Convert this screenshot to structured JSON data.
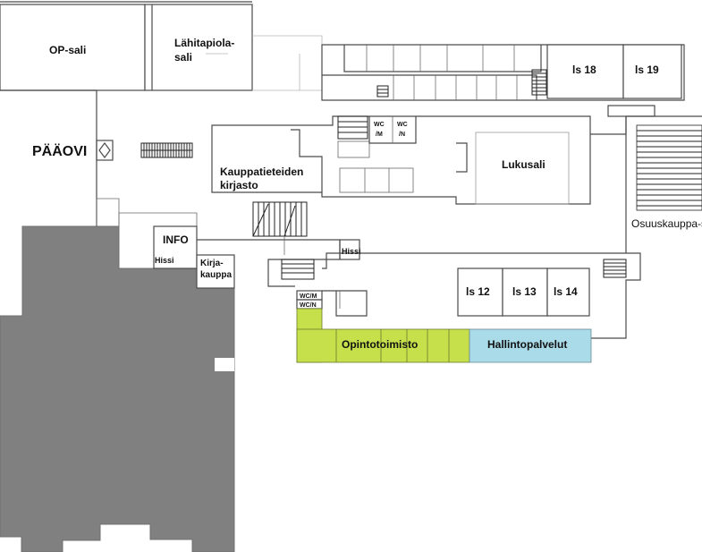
{
  "map": {
    "rooms": {
      "op_sali": "OP-sali",
      "lahitapiola_1": "Lähitapiola-",
      "lahitapiola_2": "sali",
      "ls18": "ls 18",
      "ls19": "ls 19",
      "paaovi": "PÄÄOVI",
      "kirjasto_1": "Kauppatieteiden",
      "kirjasto_2": "kirjasto",
      "lukusali": "Lukusali",
      "osuuskauppa": "Osuuskauppa-s",
      "info": "INFO",
      "hissi_left": "Hissi",
      "hissi_mid": "Hissi",
      "kirjakauppa_1": "Kirja-",
      "kirjakauppa_2": "kauppa",
      "ls12": "ls 12",
      "ls13": "ls 13",
      "ls14": "ls 14",
      "opintotoimisto": "Opintotoimisto",
      "hallintopalvelut": "Hallintopalvelut"
    },
    "wc": {
      "wc_top_m_1": "WC",
      "wc_top_m_2": "/M",
      "wc_top_n_1": "WC",
      "wc_top_n_2": "/N",
      "wc_mid_m": "WC/M",
      "wc_mid_n": "WC/N"
    },
    "colors": {
      "opintotoimisto": "#c5e04a",
      "hallintopalvelut": "#a9dbe8",
      "other_building": "#808080",
      "walls": "#4a4a4a"
    }
  }
}
